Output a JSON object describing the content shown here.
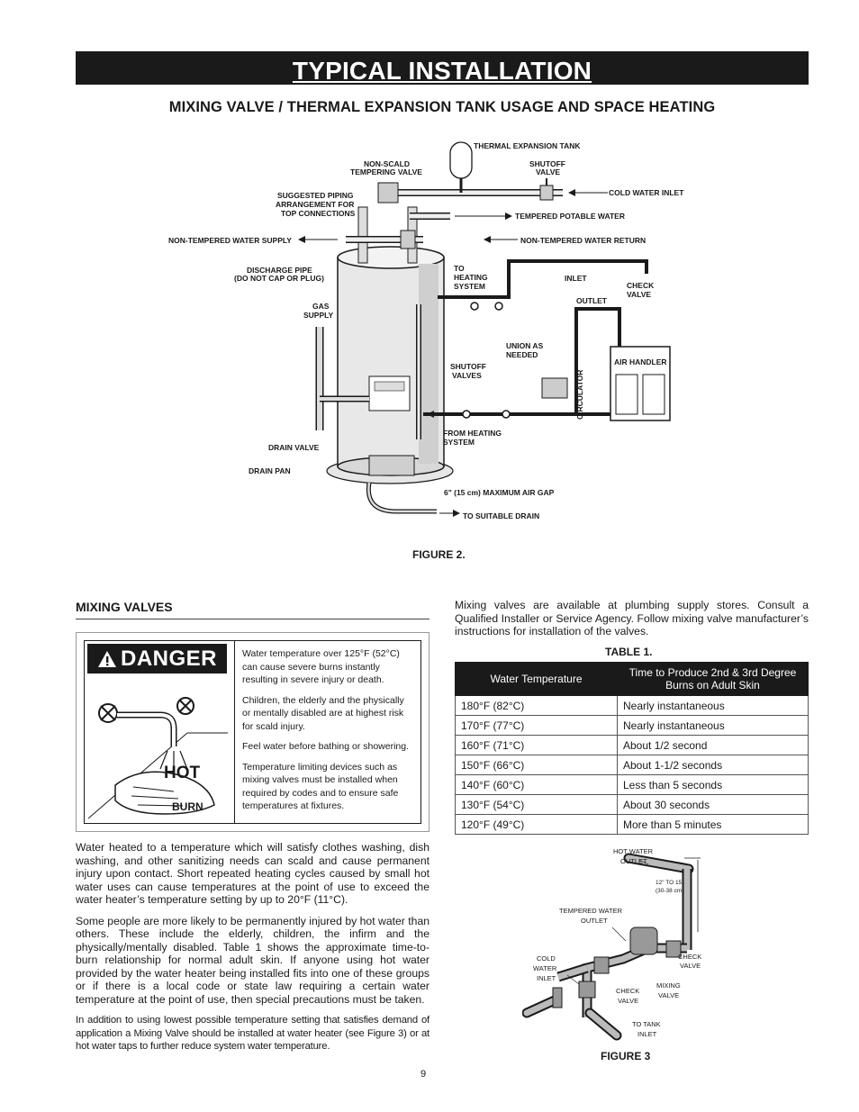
{
  "header": {
    "title": "TYPICAL INSTALLATION",
    "subtitle": "MIXING VALVE / THERMAL EXPANSION TANK USAGE AND SPACE HEATING"
  },
  "figure2": {
    "caption": "FIGURE 2.",
    "labels": {
      "thermal_tank": "THERMAL EXPANSION TANK",
      "non_scald_1": "NON-SCALD",
      "non_scald_2": "TEMPERING VALVE",
      "shutoff_1": "SHUTOFF",
      "shutoff_2": "VALVE",
      "suggested_1": "SUGGESTED PIPING",
      "suggested_2": "ARRANGEMENT FOR",
      "suggested_3": "TOP CONNECTIONS",
      "cold_inlet": "COLD WATER INLET",
      "tempered_potable": "TEMPERED POTABLE WATER",
      "non_tempered_supply": "NON-TEMPERED WATER SUPPLY",
      "non_tempered_return": "NON-TEMPERED WATER RETURN",
      "discharge_1": "DISCHARGE PIPE",
      "discharge_2": "(DO NOT CAP OR PLUG)",
      "to_heating_1": "TO",
      "to_heating_2": "HEATING",
      "to_heating_3": "SYSTEM",
      "inlet": "INLET",
      "check_1": "CHECK",
      "check_2": "VALVE",
      "outlet": "OUTLET",
      "gas_1": "GAS",
      "gas_2": "SUPPLY",
      "union_1": "UNION AS",
      "union_2": "NEEDED",
      "shutoff_valves_1": "SHUTOFF",
      "shutoff_valves_2": "VALVES",
      "air_handler": "AIR HANDLER",
      "circulator": "CIRCULATOR",
      "drain_valve": "DRAIN VALVE",
      "from_heating_1": "FROM HEATING",
      "from_heating_2": "SYSTEM",
      "drain_pan": "DRAIN PAN",
      "air_gap": "6\" (15 cm)  MAXIMUM AIR GAP",
      "to_drain": "TO SUITABLE DRAIN"
    }
  },
  "mixing_valves": {
    "heading": "MIXING VALVES",
    "danger": {
      "word": "DANGER",
      "hot": "HOT",
      "burn": "BURN",
      "paragraphs": [
        "Water temperature over 125°F (52°C) can cause severe burns instantly resulting in severe injury or death.",
        "Children, the elderly and the physically or mentally disabled are at highest risk for scald injury.",
        "Feel water before bathing or showering.",
        "Temperature limiting devices such as mixing valves must be installed when required by codes and to ensure safe temperatures at fixtures."
      ]
    },
    "paragraphs": [
      "Water heated to a temperature which will satisfy clothes washing, dish washing, and other sanitizing needs can scald and cause permanent injury upon contact. Short repeated heating cycles caused by small hot water uses can cause temperatures at the point of use to exceed the water heater’s temperature setting by up to 20°F (11°C).",
      "Some people are more likely to be permanently injured by hot water than others. These include the elderly, children, the infirm and the physically/mentally disabled. Table 1 shows the approximate time-to-burn relationship for normal adult skin. If anyone using hot water provided by the water heater being installed fits into one of these groups or if there is a local code or state law requiring a certain water temperature at the point of use, then special precautions must be taken.",
      "In addition to using lowest possible temperature setting that satisfies demand of application a Mixing Valve should be installed at water heater (see Figure 3) or at hot water taps to further reduce system water temperature."
    ]
  },
  "right_column": {
    "intro": "Mixing valves are available at plumbing supply stores. Consult a Qualified Installer or Service Agency. Follow mixing valve manufacturer’s instructions for installation of the valves.",
    "table_title": "TABLE 1.",
    "table": {
      "headers": [
        "Water Temperature",
        "Time to Produce 2nd & 3rd Degree Burns on Adult Skin"
      ],
      "rows": [
        [
          "180°F (82°C)",
          "Nearly instantaneous"
        ],
        [
          "170°F (77°C)",
          "Nearly instantaneous"
        ],
        [
          "160°F (71°C)",
          "About 1/2 second"
        ],
        [
          "150°F (66°C)",
          "About 1-1/2 seconds"
        ],
        [
          "140°F (60°C)",
          "Less than 5 seconds"
        ],
        [
          "130°F (54°C)",
          "About 30 seconds"
        ],
        [
          "120°F (49°C)",
          "More than 5 minutes"
        ]
      ]
    }
  },
  "figure3": {
    "caption": "FIGURE 3",
    "labels": {
      "hot_outlet_1": "HOT WATER",
      "hot_outlet_2": "OUTLET",
      "dist_1": "12\" TO 15\"",
      "dist_2": "(30-38 cm)",
      "tempered_1": "TEMPERED WATER",
      "tempered_2": "OUTLET",
      "cold_1": "COLD",
      "cold_2": "WATER",
      "cold_3": "INLET",
      "check_right_1": "CHECK",
      "check_right_2": "VALVE",
      "mixing_1": "MIXING",
      "mixing_2": "VALVE",
      "check_left_1": "CHECK",
      "check_left_2": "VALVE",
      "tank_1": "TO TANK",
      "tank_2": "INLET"
    }
  },
  "footer": {
    "page_number": "9"
  }
}
